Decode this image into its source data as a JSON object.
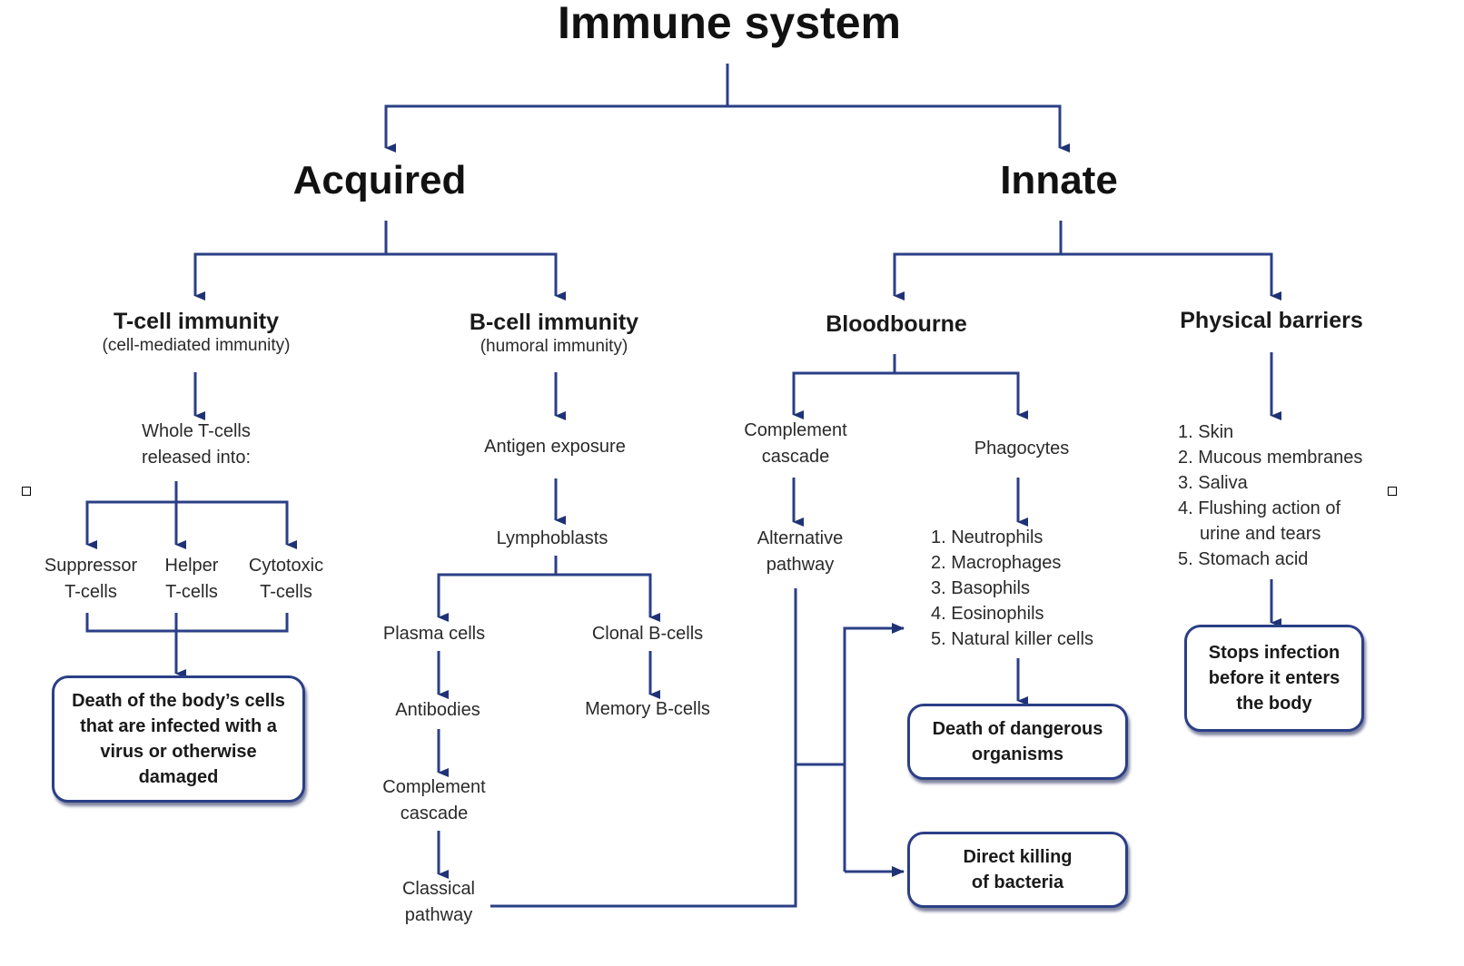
{
  "title": "Immune system",
  "colors": {
    "connector": "#2b3f86",
    "text": "#1a1a1a",
    "box_border": "#2b3f86"
  },
  "acquired": {
    "label": "Acquired",
    "t_cell": {
      "title": "T-cell immunity",
      "subtitle": "(cell-mediated immunity)",
      "released_line1": "Whole T-cells",
      "released_line2": "released into:",
      "types": [
        {
          "line1": "Suppressor",
          "line2": "T-cells"
        },
        {
          "line1": "Helper",
          "line2": "T-cells"
        },
        {
          "line1": "Cytotoxic",
          "line2": "T-cells"
        }
      ],
      "outcome_lines": [
        "Death of the body’s cells",
        "that are infected with a",
        "virus or otherwise",
        "damaged"
      ]
    },
    "b_cell": {
      "title": "B-cell immunity",
      "subtitle": "(humoral immunity)",
      "antigen": "Antigen exposure",
      "lymphoblasts": "Lymphoblasts",
      "plasma": "Plasma cells",
      "clonal": "Clonal B-cells",
      "antibodies": "Antibodies",
      "memory": "Memory B-cells",
      "complement_line1": "Complement",
      "complement_line2": "cascade",
      "classical_line1": "Classical",
      "classical_line2": "pathway"
    }
  },
  "innate": {
    "label": "Innate",
    "bloodbourne": {
      "title": "Bloodbourne",
      "complement_line1": "Complement",
      "complement_line2": "cascade",
      "alternative_line1": "Alternative",
      "alternative_line2": "pathway",
      "phagocytes": "Phagocytes",
      "phagocyte_list": [
        "1. Neutrophils",
        "2. Macrophages",
        "3. Basophils",
        "4. Eosinophils",
        "5. Natural killer cells"
      ],
      "outcome_dangerous_lines": [
        "Death of dangerous",
        "organisms"
      ],
      "outcome_bacteria_lines": [
        "Direct killing",
        "of bacteria"
      ]
    },
    "physical": {
      "title": "Physical barriers",
      "list": [
        "1. Skin",
        "2. Mucous membranes",
        "3. Saliva",
        "4. Flushing action of",
        "urine and tears",
        "5. Stomach acid"
      ],
      "outcome_lines": [
        "Stops infection",
        "before it enters",
        "the body"
      ]
    }
  }
}
